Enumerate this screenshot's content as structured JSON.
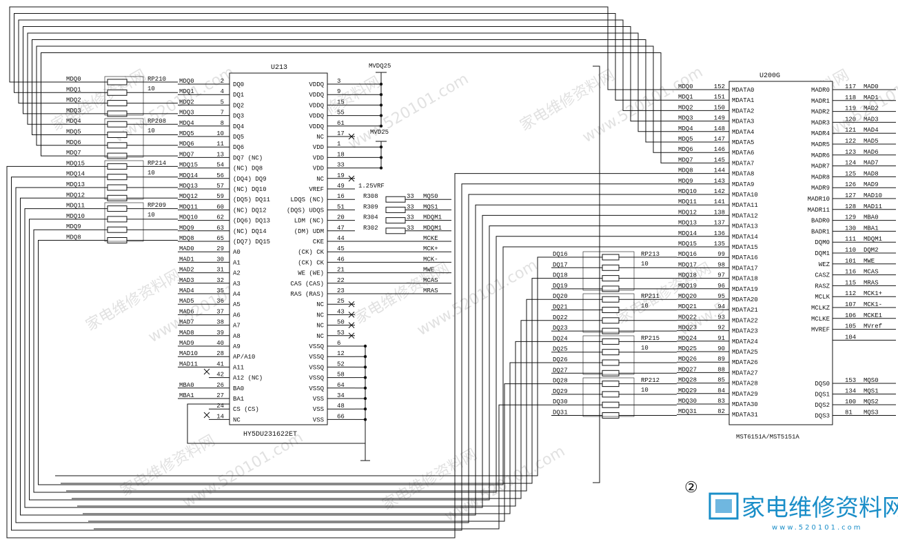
{
  "u213": {
    "ref": "U213",
    "part": "HY5DU231622ET",
    "left_pins": [
      {
        "name": "DQ0",
        "num": "2",
        "net": "MDQ0"
      },
      {
        "name": "DQ1",
        "num": "4",
        "net": "MDQ1"
      },
      {
        "name": "DQ2",
        "num": "5",
        "net": "MDQ2"
      },
      {
        "name": "DQ3",
        "num": "7",
        "net": "MDQ3"
      },
      {
        "name": "DQ4",
        "num": "8",
        "net": "MDQ4"
      },
      {
        "name": "DQ5",
        "num": "10",
        "net": "MDQ5"
      },
      {
        "name": "DQ6",
        "num": "11",
        "net": "MDQ6"
      },
      {
        "name": "DQ7 (NC)",
        "num": "13",
        "net": "MDQ7"
      },
      {
        "name": "(NC) DQ8",
        "num": "54",
        "net": "MDQ15"
      },
      {
        "name": "(DQ4) DQ9",
        "num": "56",
        "net": "MDQ14"
      },
      {
        "name": "(NC) DQ10",
        "num": "57",
        "net": "MDQ13"
      },
      {
        "name": "(DQ5) DQ11",
        "num": "59",
        "net": "MDQ12"
      },
      {
        "name": "(NC) DQ12",
        "num": "60",
        "net": "MDQ11"
      },
      {
        "name": "(DQ6) DQ13",
        "num": "62",
        "net": "MDQ10"
      },
      {
        "name": "(NC) DQ14",
        "num": "63",
        "net": "MDQ9"
      },
      {
        "name": "(DQ7) DQ15",
        "num": "65",
        "net": "MDQ8"
      },
      {
        "name": "A0",
        "num": "29",
        "net": "MAD0"
      },
      {
        "name": "A1",
        "num": "30",
        "net": "MAD1"
      },
      {
        "name": "A2",
        "num": "31",
        "net": "MAD2"
      },
      {
        "name": "A3",
        "num": "32",
        "net": "MAD3"
      },
      {
        "name": "A4",
        "num": "35",
        "net": "MAD4"
      },
      {
        "name": "A5",
        "num": "36",
        "net": "MAD5"
      },
      {
        "name": "A6",
        "num": "37",
        "net": "MAD6"
      },
      {
        "name": "A7",
        "num": "38",
        "net": "MAD7"
      },
      {
        "name": "A8",
        "num": "39",
        "net": "MAD8"
      },
      {
        "name": "A9",
        "num": "40",
        "net": "MAD9"
      },
      {
        "name": "AP/A10",
        "num": "28",
        "net": "MAD10"
      },
      {
        "name": "A11",
        "num": "41",
        "net": "MAD11"
      },
      {
        "name": "A12 (NC)",
        "num": "42",
        "net": ""
      },
      {
        "name": "BA0",
        "num": "26",
        "net": "MBA0"
      },
      {
        "name": "BA1",
        "num": "27",
        "net": "MBA1"
      },
      {
        "name": "CS (CS)",
        "num": "24",
        "net": ""
      },
      {
        "name": "NC",
        "num": "14",
        "net": ""
      }
    ],
    "right_pins": [
      {
        "name": "VDDQ",
        "num": "3"
      },
      {
        "name": "VDDQ",
        "num": "9"
      },
      {
        "name": "VDDQ",
        "num": "15"
      },
      {
        "name": "VDDQ",
        "num": "55"
      },
      {
        "name": "VDDQ",
        "num": "61"
      },
      {
        "name": "NC",
        "num": "17"
      },
      {
        "name": "VDD",
        "num": "1"
      },
      {
        "name": "VDD",
        "num": "18"
      },
      {
        "name": "VDD",
        "num": "33"
      },
      {
        "name": "NC",
        "num": "19"
      },
      {
        "name": "VREF",
        "num": "49"
      },
      {
        "name": "LDQS (NC)",
        "num": "16"
      },
      {
        "name": "(DQS) UDQS",
        "num": "51"
      },
      {
        "name": "LDM (NC)",
        "num": "20"
      },
      {
        "name": "(DM) UDM",
        "num": "47"
      },
      {
        "name": "CKE",
        "num": "44"
      },
      {
        "name": "(CK) CK",
        "num": "45"
      },
      {
        "name": "(CK) CK",
        "num": "46"
      },
      {
        "name": "WE (WE)",
        "num": "21"
      },
      {
        "name": "CAS (CAS)",
        "num": "22"
      },
      {
        "name": "RAS (RAS)",
        "num": "23"
      },
      {
        "name": "NC",
        "num": "25"
      },
      {
        "name": "NC",
        "num": "43"
      },
      {
        "name": "NC",
        "num": "50"
      },
      {
        "name": "NC",
        "num": "53"
      },
      {
        "name": "VSSQ",
        "num": "6"
      },
      {
        "name": "VSSQ",
        "num": "12"
      },
      {
        "name": "VSSQ",
        "num": "52"
      },
      {
        "name": "VSSQ",
        "num": "58"
      },
      {
        "name": "VSSQ",
        "num": "64"
      },
      {
        "name": "VSS",
        "num": "34"
      },
      {
        "name": "VSS",
        "num": "48"
      },
      {
        "name": "VSS",
        "num": "66"
      }
    ],
    "right_nets": {
      "vref": "1.25VRF",
      "dqs_resistors": [
        {
          "ref": "R308",
          "val": "33",
          "net": "MQS0"
        },
        {
          "ref": "R309",
          "val": "33",
          "net": "MQS1"
        },
        {
          "ref": "R304",
          "val": "33",
          "net": "MDQM1"
        },
        {
          "ref": "R302",
          "val": "33",
          "net": "MDQM1"
        }
      ],
      "ctrl_nets": [
        "MCKE",
        "MCK+",
        "MCK-",
        "MWE",
        "MCAS",
        "MRAS"
      ]
    }
  },
  "power": {
    "mvdq": "MVDQ25",
    "mvd": "MVD25"
  },
  "left_bus": {
    "nets": [
      "MDQ0",
      "MDQ1",
      "MDQ2",
      "MDQ3",
      "MDQ4",
      "MDQ5",
      "MDQ6",
      "MDQ7",
      "MDQ15",
      "MDQ14",
      "MDQ13",
      "MDQ12",
      "MDQ11",
      "MDQ10",
      "MDQ9",
      "MDQ8"
    ],
    "rpacks": [
      {
        "ref": "RP210",
        "val": "10"
      },
      {
        "ref": "RP208",
        "val": "10"
      },
      {
        "ref": "RP214",
        "val": "10"
      },
      {
        "ref": "RP209",
        "val": "10"
      }
    ]
  },
  "u200g": {
    "ref": "U200G",
    "part": "MST6151A/MST5151A",
    "left_pins": [
      {
        "net": "MDQ0",
        "num": "152",
        "name": "MDATA0"
      },
      {
        "net": "MDQ1",
        "num": "151",
        "name": "MDATA1"
      },
      {
        "net": "MDQ2",
        "num": "150",
        "name": "MDATA2"
      },
      {
        "net": "MDQ3",
        "num": "149",
        "name": "MDATA3"
      },
      {
        "net": "MDQ4",
        "num": "148",
        "name": "MDATA4"
      },
      {
        "net": "MDQ5",
        "num": "147",
        "name": "MDATA5"
      },
      {
        "net": "MDQ6",
        "num": "146",
        "name": "MDATA6"
      },
      {
        "net": "MDQ7",
        "num": "145",
        "name": "MDATA7"
      },
      {
        "net": "MDQ8",
        "num": "144",
        "name": "MDATA8"
      },
      {
        "net": "MDQ9",
        "num": "143",
        "name": "MDATA9"
      },
      {
        "net": "MDQ10",
        "num": "142",
        "name": "MDATA10"
      },
      {
        "net": "MDQ11",
        "num": "141",
        "name": "MDATA11"
      },
      {
        "net": "MDQ12",
        "num": "138",
        "name": "MDATA12"
      },
      {
        "net": "MDQ13",
        "num": "137",
        "name": "MDATA13"
      },
      {
        "net": "MDQ14",
        "num": "136",
        "name": "MDATA14"
      },
      {
        "net": "MDQ15",
        "num": "135",
        "name": "MDATA15"
      },
      {
        "net": "MDQ16",
        "num": "99",
        "name": "MDATA16"
      },
      {
        "net": "MDQ17",
        "num": "98",
        "name": "MDATA17"
      },
      {
        "net": "MDQ18",
        "num": "97",
        "name": "MDATA18"
      },
      {
        "net": "MDQ19",
        "num": "96",
        "name": "MDATA19"
      },
      {
        "net": "MDQ20",
        "num": "95",
        "name": "MDATA20"
      },
      {
        "net": "MDQ21",
        "num": "94",
        "name": "MDATA21"
      },
      {
        "net": "MDQ22",
        "num": "93",
        "name": "MDATA22"
      },
      {
        "net": "MDQ23",
        "num": "92",
        "name": "MDATA23"
      },
      {
        "net": "MDQ24",
        "num": "91",
        "name": "MDATA24"
      },
      {
        "net": "MDQ25",
        "num": "90",
        "name": "MDATA25"
      },
      {
        "net": "MDQ26",
        "num": "89",
        "name": "MDATA26"
      },
      {
        "net": "MDQ27",
        "num": "88",
        "name": "MDATA27"
      },
      {
        "net": "MDQ28",
        "num": "85",
        "name": "MDATA28"
      },
      {
        "net": "MDQ29",
        "num": "84",
        "name": "MDATA29"
      },
      {
        "net": "MDQ30",
        "num": "83",
        "name": "MDATA30"
      },
      {
        "net": "MDQ31",
        "num": "82",
        "name": "MDATA31"
      }
    ],
    "right_pins": [
      {
        "name": "MADR0",
        "num": "117",
        "net": "MAD0"
      },
      {
        "name": "MADR1",
        "num": "118",
        "net": "MAD1"
      },
      {
        "name": "MADR2",
        "num": "119",
        "net": "MAD2"
      },
      {
        "name": "MADR3",
        "num": "120",
        "net": "MAD3"
      },
      {
        "name": "MADR4",
        "num": "121",
        "net": "MAD4"
      },
      {
        "name": "MADR5",
        "num": "122",
        "net": "MAD5"
      },
      {
        "name": "MADR6",
        "num": "123",
        "net": "MAD6"
      },
      {
        "name": "MADR7",
        "num": "124",
        "net": "MAD7"
      },
      {
        "name": "MADR8",
        "num": "125",
        "net": "MAD8"
      },
      {
        "name": "MADR9",
        "num": "126",
        "net": "MAD9"
      },
      {
        "name": "MADR10",
        "num": "127",
        "net": "MAD10"
      },
      {
        "name": "MADR11",
        "num": "128",
        "net": "MAD11"
      },
      {
        "name": "BADR0",
        "num": "129",
        "net": "MBA0"
      },
      {
        "name": "BADR1",
        "num": "130",
        "net": "MBA1"
      },
      {
        "name": "DQM0",
        "num": "111",
        "net": "MDQM1"
      },
      {
        "name": "DQM1",
        "num": "110",
        "net": "DQM2"
      },
      {
        "name": "WEZ",
        "num": "101",
        "net": "MWE"
      },
      {
        "name": "CASZ",
        "num": "116",
        "net": "MCAS"
      },
      {
        "name": "RASZ",
        "num": "115",
        "net": "MRAS"
      },
      {
        "name": "MCLK",
        "num": "112",
        "net": "MCK1+"
      },
      {
        "name": "MCLKZ",
        "num": "107",
        "net": "MCK1-"
      },
      {
        "name": "MCLKE",
        "num": "106",
        "net": "MCKE1"
      },
      {
        "name": "MVREF",
        "num": "105",
        "net": "MVref"
      },
      {
        "name": "",
        "num": "104",
        "net": ""
      }
    ],
    "dqs_pins": [
      {
        "name": "DQS0",
        "num": "153",
        "net": "MQS0"
      },
      {
        "name": "DQS1",
        "num": "134",
        "net": "MQS1"
      },
      {
        "name": "DQS2",
        "num": "100",
        "net": "MQS2"
      },
      {
        "name": "DQS3",
        "num": "81",
        "net": "MQS3"
      }
    ]
  },
  "right_bus": {
    "nets": [
      "DQ16",
      "DQ17",
      "DQ18",
      "DQ19",
      "DQ20",
      "DQ21",
      "DQ22",
      "DQ23",
      "DQ24",
      "DQ25",
      "DQ26",
      "DQ27",
      "DQ28",
      "DQ29",
      "DQ30",
      "DQ31"
    ],
    "rpacks": [
      {
        "ref": "RP213",
        "val": "10"
      },
      {
        "ref": "RP211",
        "val": "10"
      },
      {
        "ref": "RP215",
        "val": "10"
      },
      {
        "ref": "RP212",
        "val": "10"
      }
    ]
  },
  "figure_number": "②",
  "watermark": {
    "site": "家电维修资料网",
    "url": "www.520101.com",
    "logo_text": "家电维修资料网",
    "logo_url": "www.520101.com"
  }
}
